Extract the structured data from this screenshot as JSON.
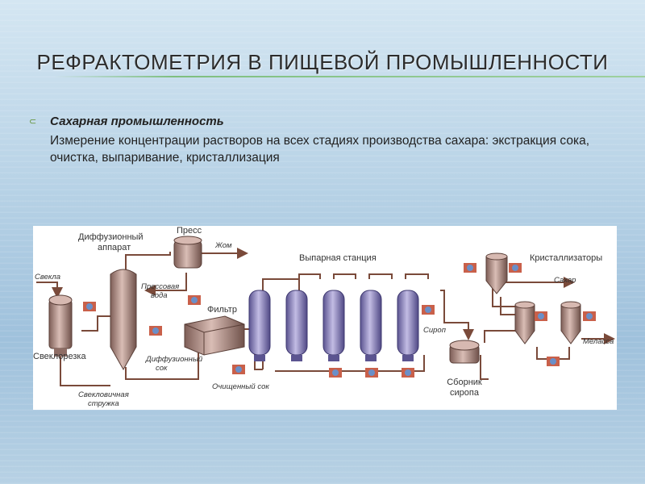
{
  "slide": {
    "title": "РЕФРАКТОМЕТРИЯ В ПИЩЕВОЙ ПРОМЫШЛЕННОСТИ",
    "bullet_glyph": "⊂",
    "subtitle": "Сахарная промышленность",
    "description": "Измерение концентрации растворов на всех стадиях производства сахара: экстракция сока, очистка, выпаривание, кристаллизация"
  },
  "diagram": {
    "labels": {
      "diffuser_line1": "Диффузионный",
      "diffuser_line2": "аппарат",
      "press": "Пресс",
      "pulp": "Жом",
      "evaporation_station": "Выпарная станция",
      "crystallizers": "Кристаллизаторы",
      "beet": "Свекла",
      "press_water_line1": "Прессовая",
      "press_water_line2": "вода",
      "filter": "Фильтр",
      "sugar": "Сахар",
      "syrup": "Сироп",
      "beet_slicer": "Свеклорезка",
      "diffusion_juice_line1": "Диффузионный",
      "diffusion_juice_line2": "сок",
      "molasses": "Меласса",
      "purified_juice": "Очищенный сок",
      "syrup_collector_line1": "Сборник",
      "syrup_collector_line2": "сиропа",
      "cossettes_line1": "Свекловичная",
      "cossettes_line2": "стружка"
    },
    "colors": {
      "brown_vessel": "#b48f86",
      "purple_vessel": "#8a82b8",
      "pipe": "#7a4a3a",
      "pump": "#c9604a",
      "pump_blue": "#6a8fc8"
    }
  }
}
